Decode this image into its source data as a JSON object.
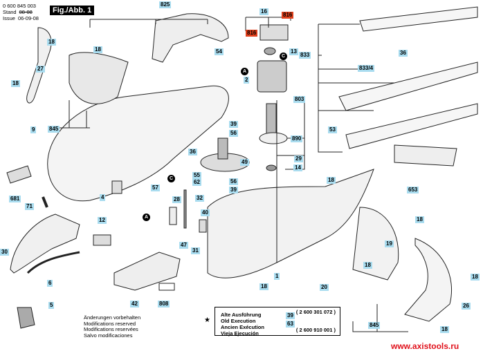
{
  "header": {
    "doc_number": "0 600 845 003",
    "stand_label": "Stand",
    "issue_label": "Issue",
    "old_date": "08-08",
    "issue_date": "06-09-08",
    "figure_label": "Fig./Abb. 1"
  },
  "accent_colors": {
    "part_label": "#a9dcef",
    "highlight_label": "#e0401c",
    "url": "#e0101a"
  },
  "part_labels": [
    {
      "id": "825",
      "highlight": false
    },
    {
      "id": "16",
      "highlight": false
    },
    {
      "id": "816",
      "highlight": true
    },
    {
      "id": "816b",
      "text": "816",
      "highlight": true
    },
    {
      "id": "18a",
      "text": "18"
    },
    {
      "id": "18b",
      "text": "18"
    },
    {
      "id": "54"
    },
    {
      "id": "13"
    },
    {
      "id": "833"
    },
    {
      "id": "36a",
      "text": "36"
    },
    {
      "id": "833/4"
    },
    {
      "id": "27"
    },
    {
      "id": "18c",
      "text": "18"
    },
    {
      "id": "2"
    },
    {
      "id": "803"
    },
    {
      "id": "39a",
      "text": "39"
    },
    {
      "id": "56a",
      "text": "56"
    },
    {
      "id": "845a",
      "text": "845"
    },
    {
      "id": "9"
    },
    {
      "id": "890"
    },
    {
      "id": "53"
    },
    {
      "id": "36b",
      "text": "36"
    },
    {
      "id": "49"
    },
    {
      "id": "29"
    },
    {
      "id": "14"
    },
    {
      "id": "55"
    },
    {
      "id": "62"
    },
    {
      "id": "56b",
      "text": "56"
    },
    {
      "id": "39b",
      "text": "39"
    },
    {
      "id": "653"
    },
    {
      "id": "57"
    },
    {
      "id": "681"
    },
    {
      "id": "4"
    },
    {
      "id": "28"
    },
    {
      "id": "32"
    },
    {
      "id": "18d",
      "text": "18"
    },
    {
      "id": "71"
    },
    {
      "id": "40"
    },
    {
      "id": "12"
    },
    {
      "id": "18e",
      "text": "18"
    },
    {
      "id": "47"
    },
    {
      "id": "31"
    },
    {
      "id": "19"
    },
    {
      "id": "30"
    },
    {
      "id": "18f",
      "text": "18"
    },
    {
      "id": "18g",
      "text": "18"
    },
    {
      "id": "6"
    },
    {
      "id": "1"
    },
    {
      "id": "18h",
      "text": "18"
    },
    {
      "id": "20"
    },
    {
      "id": "26"
    },
    {
      "id": "5"
    },
    {
      "id": "42"
    },
    {
      "id": "808"
    },
    {
      "id": "845b",
      "text": "845"
    },
    {
      "id": "18i",
      "text": "18"
    }
  ],
  "labels": {
    "l825": "825",
    "l16": "16",
    "l816a": "816",
    "l816b": "816",
    "l18a": "18",
    "l18b": "18",
    "l54": "54",
    "l13": "13",
    "l833": "833",
    "l36a": "36",
    "l8334": "833/4",
    "l27": "27",
    "l18c": "18",
    "l2": "2",
    "l803": "803",
    "l39a": "39",
    "l56a": "56",
    "l845a": "845",
    "l9": "9",
    "l890": "890",
    "l53": "53",
    "l36b": "36",
    "l49": "49",
    "l29": "29",
    "l14": "14",
    "l55": "55",
    "l62": "62",
    "l56b": "56",
    "l39b": "39",
    "l653": "653",
    "l57": "57",
    "l681": "681",
    "l4": "4",
    "l28": "28",
    "l32": "32",
    "l18d": "18",
    "l71": "71",
    "l40": "40",
    "l12": "12",
    "l18e": "18",
    "l47": "47",
    "l31": "31",
    "l19": "19",
    "l30": "30",
    "l18f": "18",
    "l18g": "18",
    "l6": "6",
    "l1": "1",
    "l18h": "18",
    "l20": "20",
    "l26": "26",
    "l5": "5",
    "l42": "42",
    "l808": "808",
    "l845b": "845",
    "l18i": "18"
  },
  "connectors": {
    "A": "A",
    "C": "C"
  },
  "notes": [
    "Änderungen vorbehalten",
    "Modifications reserved",
    "Modifications reservées",
    "Salvo modificaciones"
  ],
  "old_execution": {
    "star": "★",
    "titles": [
      "Alte Ausführung",
      "Old Execution",
      "Ancien Exécution",
      "Vieja Ejecución"
    ],
    "part_number_1": "( 2 600 301 072 )",
    "part_number_2": "( 2 600 910 001 )",
    "label_39": "39",
    "label_63": "63"
  },
  "website": "www.axistools.ru"
}
